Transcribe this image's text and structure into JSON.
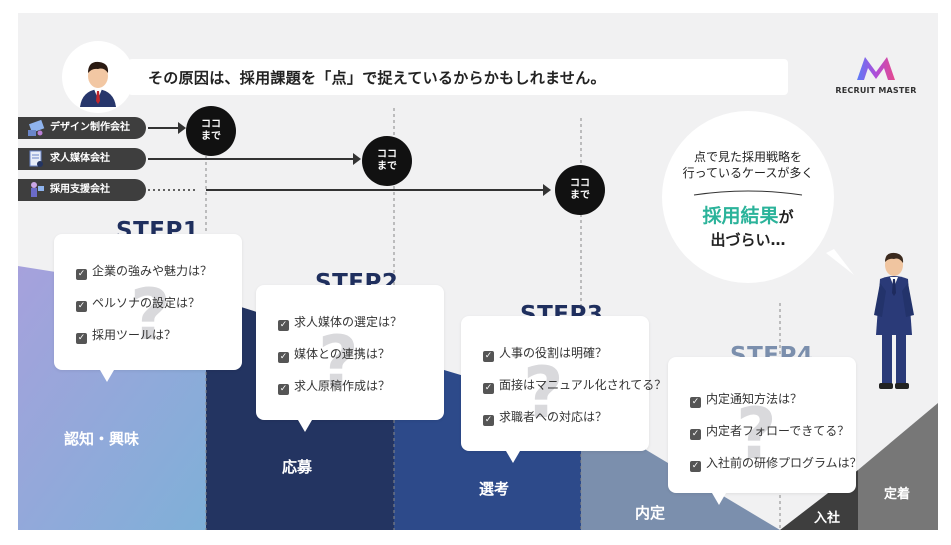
{
  "header": {
    "message": "その原因は、採用課題を「点」で捉えているからかもしれません。"
  },
  "logo": {
    "name": "RECRUIT MASTER",
    "colors": [
      "#5b7cf7",
      "#b04cd8",
      "#e64a8c"
    ]
  },
  "companies": [
    {
      "label": "デザイン制作会社",
      "icon": "design-company-icon",
      "badge": "ココ\nまで"
    },
    {
      "label": "求人媒体会社",
      "icon": "job-media-icon",
      "badge": "ココ\nまで"
    },
    {
      "label": "採用支援会社",
      "icon": "recruit-support-icon",
      "badge": "ココ\nまで"
    }
  ],
  "badge_text": {
    "line1": "ココ",
    "line2": "まで"
  },
  "steps": [
    {
      "title": "STEP1",
      "items": [
        "企業の強みや魅力は？",
        "ペルソナの設定は？",
        "採用ツールは？"
      ]
    },
    {
      "title": "STEP2",
      "items": [
        "求人媒体の選定は？",
        "媒体との連携は？",
        "求人原稿作成は？"
      ]
    },
    {
      "title": "STEP3",
      "items": [
        "人事の役割は明確？",
        "面接はマニュアル化されてる？",
        "求職者への対応は？"
      ]
    },
    {
      "title": "STEP4",
      "items": [
        "内定通知方法は？",
        "内定者フォローできてる？",
        "入社前の研修プログラムは？"
      ]
    }
  ],
  "stages": [
    "認知・興味",
    "応募",
    "選考",
    "内定",
    "入社",
    "定着"
  ],
  "bubble": {
    "line1": "点で見た採用戦略を",
    "line2": "行っているケースが多く",
    "highlight": "採用結果",
    "highlight_suffix": "が",
    "line3": "出づらい…"
  },
  "qmark": "?",
  "colors": {
    "stage1_top": "#b3a3d9",
    "stage1_bottom": "#86a9d6",
    "stage2": "#233461",
    "stage3": "#2d4a8a",
    "stage4": "#7b8fad",
    "stage5": "#3e3e3e",
    "stage6": "#777777",
    "step_title": "#1f2f5e",
    "step4_title": "#7b8fad",
    "accent_green": "#2bb39a"
  }
}
